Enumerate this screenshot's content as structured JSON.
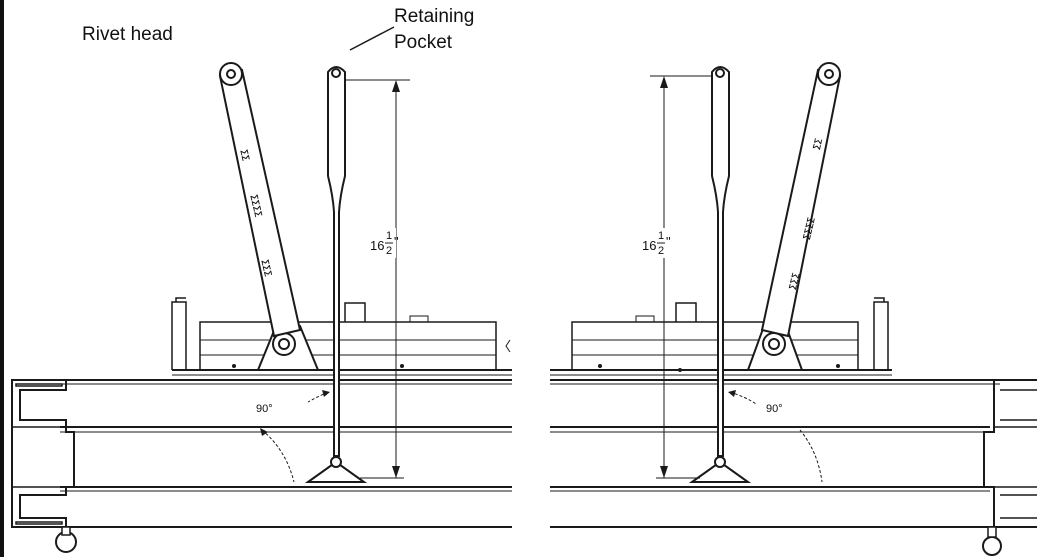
{
  "labels": {
    "rivet_head": "Rivet head",
    "retaining_line1": "Retaining",
    "retaining_line2": "Pocket"
  },
  "left_view": {
    "height_whole": "16",
    "height_num": "1",
    "height_den": "2",
    "height_unit": "\"",
    "angle": "90°"
  },
  "right_view": {
    "height_whole": "16",
    "height_num": "1",
    "height_den": "2",
    "height_unit": "\"",
    "angle": "90°"
  },
  "handle_stamps": [
    "∑∑",
    "∑∑∑∑",
    "∑∑∑"
  ],
  "line_color": "#1a1a1a"
}
